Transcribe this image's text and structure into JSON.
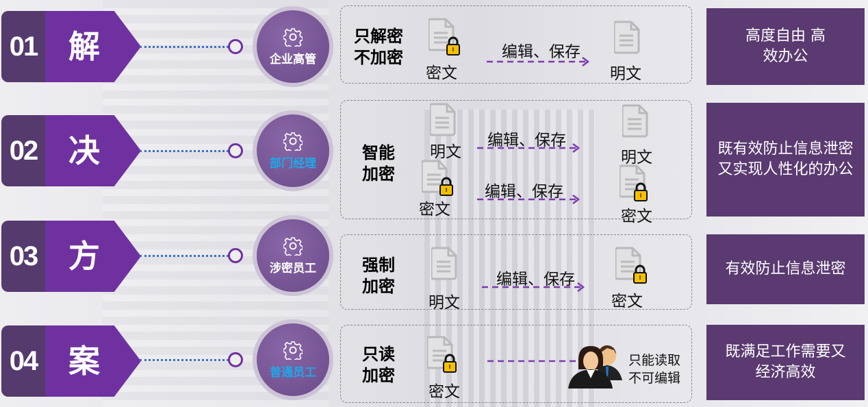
{
  "rows": [
    {
      "num": "01",
      "word": "解",
      "role": "企业高管",
      "mode": [
        "只解密",
        "不加密"
      ],
      "from": "密文",
      "action": "编辑、保存",
      "to": "明文",
      "benefit": "高度自由 高效办公"
    },
    {
      "num": "02",
      "word": "决",
      "role": "部门经理",
      "mode": [
        "智能",
        "加密"
      ],
      "from": "明文",
      "action": "编辑、保存",
      "to": "明文",
      "from2": "密文",
      "action2": "编辑、保存",
      "to2": "密文",
      "benefit": "既有效防止信息泄密又实现人性化的办公"
    },
    {
      "num": "03",
      "word": "方",
      "role": "涉密员工",
      "mode": [
        "强制",
        "加密"
      ],
      "from": "明文",
      "action": "编辑、保存",
      "to": "密文",
      "benefit": "有效防止信息泄密"
    },
    {
      "num": "04",
      "word": "案",
      "role": "普通员工",
      "mode": [
        "只读",
        "加密"
      ],
      "from": "密文",
      "result": [
        "只能读取",
        "不可编辑"
      ],
      "benefit": "既满足工作需要又经济高效"
    }
  ],
  "colors": {
    "accent": "#6f31a0",
    "dark": "#553a6e",
    "panel": "#5a3a70",
    "cyan": "#1ea8e8"
  }
}
